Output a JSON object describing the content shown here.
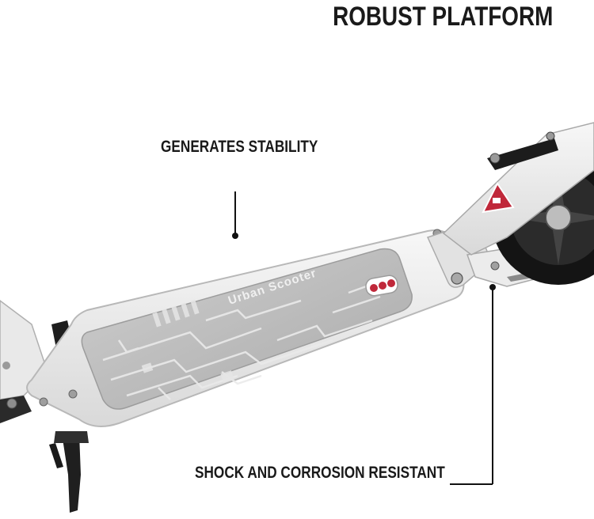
{
  "headline": "ROBUST PLATFORM",
  "callouts": [
    {
      "label": "GENERATES STABILITY"
    },
    {
      "label": "SHOCK AND CORROSION RESISTANT"
    }
  ],
  "deck": {
    "brand_text": "Urban Scooter"
  },
  "colors": {
    "text": "#1a1a1a",
    "frame": "#eeeeee",
    "grip": "#bdbdbd",
    "reflector": "#c0283a"
  }
}
